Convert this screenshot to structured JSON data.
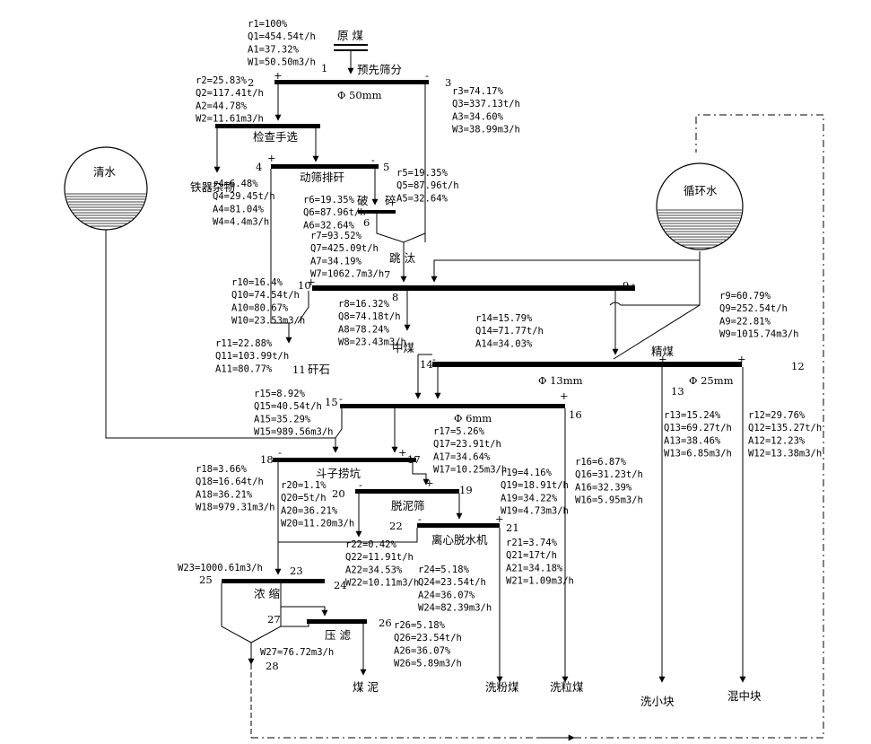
{
  "labels": {
    "raw_coal": "原 煤",
    "prescreen": "预先筛分",
    "sieve_50": "Φ 50mm",
    "hand_pick": "检查手选",
    "iron_waste": "铁器杂物",
    "jig_screen": "动筛排矸",
    "crush_a": "破",
    "crush_b": "碎",
    "clear_water": "清水",
    "circ_water": "循环水",
    "jig": "跳 汰",
    "middling": "中煤",
    "clean_coal": "精煤",
    "gangue": "矸石",
    "sieve_13": "Φ 13mm",
    "sieve_25": "Φ 25mm",
    "sieve_6": "Φ 6mm",
    "bucket_pit": "斗子捞坑",
    "desliming": "脱泥筛",
    "centrifuge": "离心脱水机",
    "thicken": "浓 缩",
    "filter_press": "压 滤",
    "slime": "煤 泥",
    "washed_fine": "洗粉煤",
    "washed_grain": "洗粒煤",
    "washed_small": "洗小块",
    "mixed_medium": "混中块"
  },
  "node_numbers": [
    "1",
    "2",
    "3",
    "4",
    "5",
    "6",
    "7",
    "8",
    "9",
    "10",
    "11",
    "12",
    "13",
    "14",
    "15",
    "16",
    "17",
    "18",
    "19",
    "20",
    "21",
    "22",
    "23",
    "24",
    "25",
    "26",
    "27",
    "28"
  ],
  "signs": {
    "plus": "+",
    "minus": "-"
  },
  "streams": {
    "s1": [
      "r1=100%",
      "Q1=454.54t/h",
      "A1=37.32%",
      "W1=50.50m3/h"
    ],
    "s2": [
      "r2=25.83%",
      "Q2=117.41t/h",
      "A2=44.78%",
      "W2=11.61m3/h"
    ],
    "s3": [
      "r3=74.17%",
      "Q3=337.13t/h",
      "A3=34.60%",
      "W3=38.99m3/h"
    ],
    "s4": [
      "r4=6.48%",
      "Q4=29.45t/h",
      "A4=81.04%",
      "W4=4.4m3/h"
    ],
    "s5": [
      "r5=19.35%",
      "Q5=87.96t/h",
      "A5=32.64%"
    ],
    "s6": [
      "r6=19.35%",
      "Q6=87.96t/h",
      "A6=32.64%"
    ],
    "s7": [
      "r7=93.52%",
      "Q7=425.09t/h",
      "A7=34.19%",
      "W7=1062.7m3/h"
    ],
    "s8": [
      "r8=16.32%",
      "Q8=74.18t/h",
      "A8=78.24%",
      "W8=23.43m3/h"
    ],
    "s9": [
      "r9=60.79%",
      "Q9=252.54t/h",
      "A9=22.81%",
      "W9=1015.74m3/h"
    ],
    "s10": [
      "r10=16.4%",
      "Q10=74.54t/h",
      "A10=80.67%",
      "W10=23.53m3/h"
    ],
    "s11": [
      "r11=22.88%",
      "Q11=103.99t/h",
      "A11=80.77%"
    ],
    "s12": [
      "r12=29.76%",
      "Q12=135.27t/h",
      "A12=12.23%",
      "W12=13.38m3/h"
    ],
    "s13": [
      "r13=15.24%",
      "Q13=69.27t/h",
      "A13=38.46%",
      "W13=6.85m3/h"
    ],
    "s14": [
      "r14=15.79%",
      "Q14=71.77t/h",
      "A14=34.03%"
    ],
    "s15": [
      "r15=8.92%",
      "Q15=40.54t/h",
      "A15=35.29%",
      "W15=989.56m3/h"
    ],
    "s16": [
      "r16=6.87%",
      "Q16=31.23t/h",
      "A16=32.39%",
      "W16=5.95m3/h"
    ],
    "s17": [
      "r17=5.26%",
      "Q17=23.91t/h",
      "A17=34.64%",
      "W17=10.25m3/h"
    ],
    "s18": [
      "r18=3.66%",
      "Q18=16.64t/h",
      "A18=36.21%",
      "W18=979.31m3/h"
    ],
    "s19": [
      "r19=4.16%",
      "Q19=18.91t/h",
      "A19=34.22%",
      "W19=4.73m3/h"
    ],
    "s20": [
      "r20=1.1%",
      "Q20=5t/h",
      "A20=36.21%",
      "W20=11.20m3/h"
    ],
    "s21": [
      "r21=3.74%",
      "Q21=17t/h",
      "A21=34.18%",
      "W21=1.09m3/h"
    ],
    "s22": [
      "r22=0.42%",
      "Q22=11.91t/h",
      "A22=34.53%",
      "W22=10.11m3/h"
    ],
    "w23": "W23=1000.61m3/h",
    "s24": [
      "r24=5.18%",
      "Q24=23.54t/h",
      "A24=36.07%",
      "W24=82.39m3/h"
    ],
    "s26": [
      "r26=5.18%",
      "Q26=23.54t/h",
      "A26=36.07%",
      "W26=5.89m3/h"
    ],
    "w27": "W27=76.72m3/h"
  }
}
